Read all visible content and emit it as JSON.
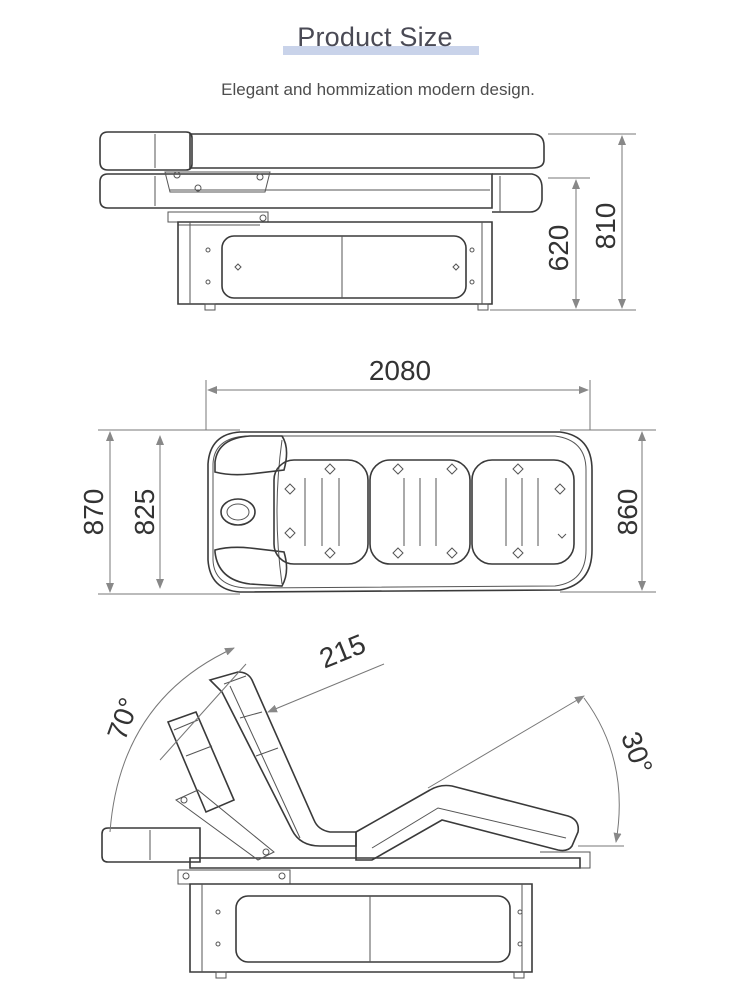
{
  "header": {
    "title": "Product Size",
    "subtitle": "Elegant and hommization modern design."
  },
  "dimensions": {
    "side_height_total": "810",
    "side_height_table": "620",
    "top_length": "2080",
    "top_width_outer": "870",
    "top_width_inner": "825",
    "top_width_right": "860",
    "back_length": "215",
    "head_angle": "70°",
    "leg_angle": "30°"
  },
  "colors": {
    "title_highlight": "#c9d3ea",
    "line": "#3a3a3a",
    "dimension_line": "#777777"
  }
}
